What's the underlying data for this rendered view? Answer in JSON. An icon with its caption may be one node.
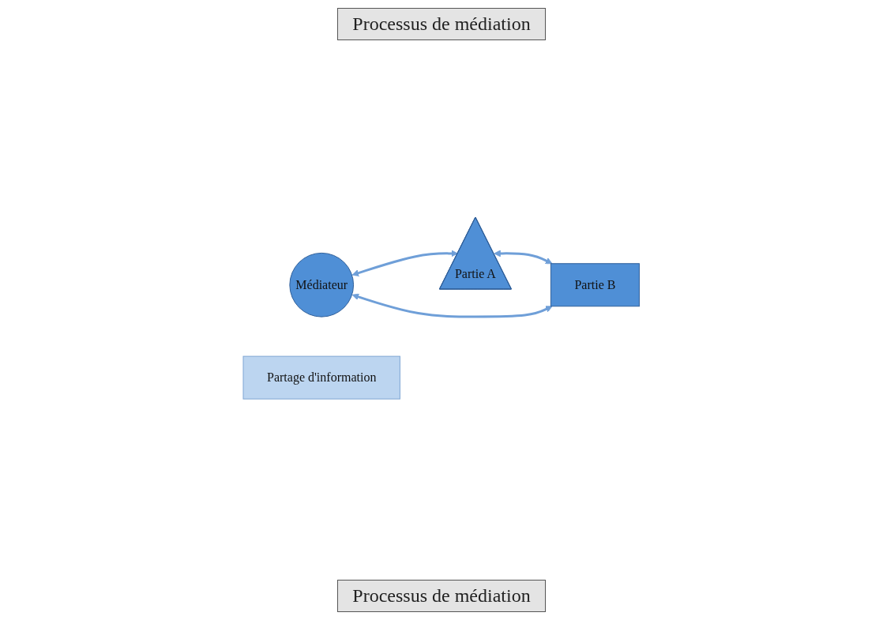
{
  "diagram": {
    "nodes": [
      {
        "text": [
          "Médiateur"
        ]
      },
      {
        "text": [
          "Partie A"
        ]
      },
      {
        "text": [
          "Partie B"
        ]
      },
      {
        "text": [
          "Partage d'information"
        ]
      }
    ],
    "edges": [
      {
        "from": 0,
        "to": 1,
        "arrow": "both"
      },
      {
        "from": 1,
        "to": 2,
        "arrow": "both"
      },
      {
        "from": 0,
        "to": 2,
        "arrow": "both"
      }
    ],
    "labels": [
      "Processus de médiation",
      "Processus de médiation"
    ]
  }
}
